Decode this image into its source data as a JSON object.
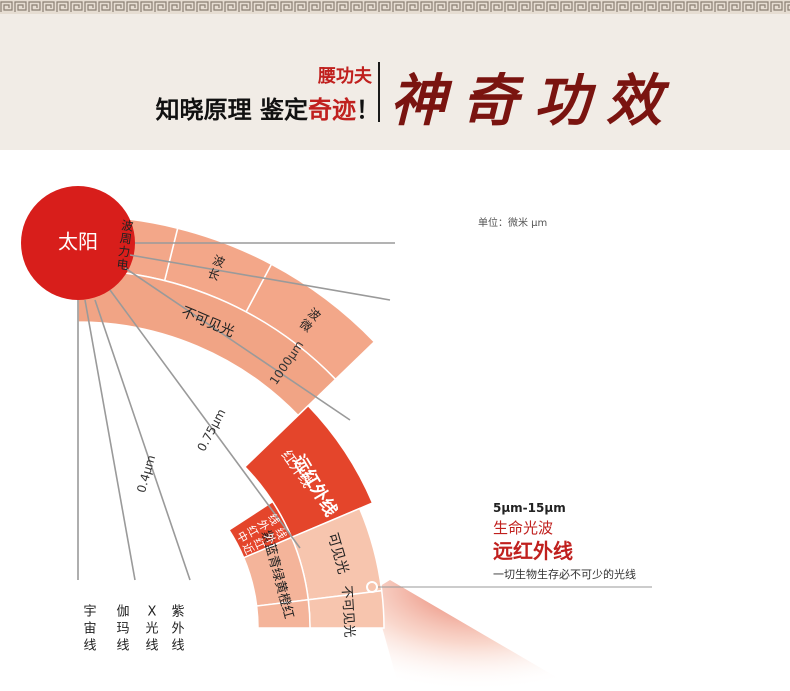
{
  "header": {
    "subtitle": "腰功夫",
    "title_black": "知晓原理 鉴定",
    "title_red": "奇迹",
    "title_end": "！",
    "brand": "神奇功效"
  },
  "diagram": {
    "sun": "太阳",
    "unit": "单位：微米 μm",
    "outer_labels": [
      "电力周波",
      "长波",
      "微波"
    ],
    "ring_invisible_top": "不可见光",
    "ring_infrared": "红外线",
    "far_infrared": "远红外线",
    "ring_visible": "可见光",
    "ring_invisible_bottom": "不可见光",
    "colors_label": "紫蓝青绿黄橙红",
    "short_waves": [
      "宇宙线",
      "伽玛线",
      "X光线",
      "紫外线"
    ],
    "mid_infrared": "中红外线",
    "near_infrared": "近红外线",
    "wavelengths": [
      "1000μm",
      "0.75μm",
      "0.4μm"
    ],
    "callout": {
      "range": "5μm-15μm",
      "line1": "生命光波",
      "line2": "远红外线",
      "note": "一切生物生存必不可少的光线"
    }
  }
}
